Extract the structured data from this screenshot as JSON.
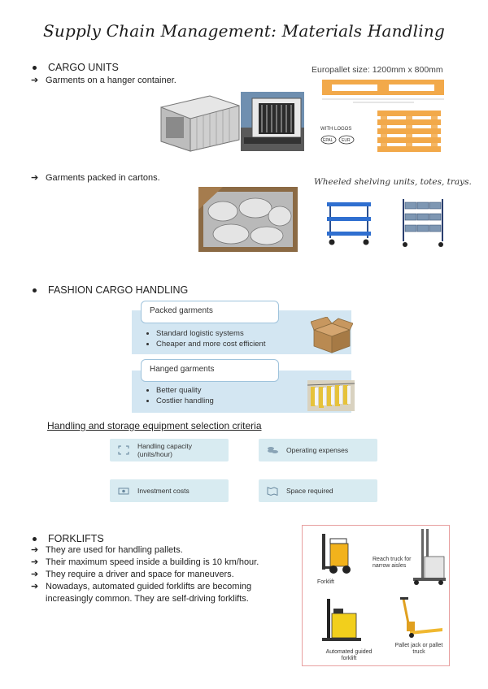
{
  "title": "Supply Chain Management: Materials Handling",
  "cargo_units": {
    "heading": "CARGO UNITS",
    "item1": "Garments on a hanger container.",
    "item2": "Garments packed in cartons.",
    "europallet_caption": "Europallet size: 1200mm x 800mm",
    "pallet_labels": [
      "WITH LOGOS",
      "EPAL",
      "EUR"
    ],
    "shelving_caption": "Wheeled shelving units, totes, trays."
  },
  "fashion": {
    "heading": "FASHION CARGO HANDLING",
    "packed": {
      "label": "Packed garments",
      "points": [
        "Standard logistic systems",
        "Cheaper and more cost efficient"
      ]
    },
    "hanged": {
      "label": "Hanged garments",
      "points": [
        "Better quality",
        "Costlier handling"
      ]
    },
    "criteria_title": "Handling and storage equipment selection criteria",
    "criteria": [
      "Handling capacity (units/hour)",
      "Operating expenses",
      "Investment costs",
      "Space required"
    ]
  },
  "forklifts": {
    "heading": "FORKLIFTS",
    "points": [
      "They are used for handling pallets.",
      "Their maximum speed inside a building is 10 km/hour.",
      "They require a driver and space for maneuvers.",
      "Nowadays, automated guided forklifts are becoming increasingly common. They are self-driving forklifts."
    ],
    "image_labels": [
      "Forklift",
      "Reach truck for narrow aisles",
      "Automated guided forklift",
      "Pallet jack or pallet truck"
    ]
  },
  "arrow_glyph": "➔",
  "accent_colors": {
    "card_blue": "#d3e6f2",
    "criteria_blue": "#d8ebf1",
    "pallet_orange": "#f2a94a",
    "frame_red": "#e8a0a0"
  }
}
